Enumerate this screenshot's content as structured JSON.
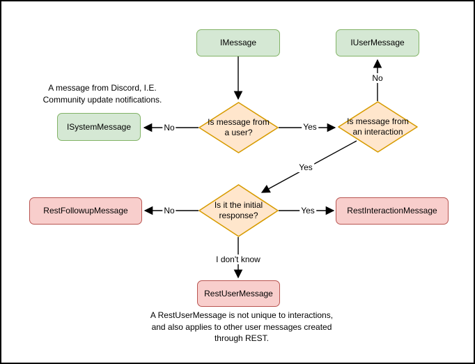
{
  "canvas": {
    "background": "#ffffff",
    "border_color": "#000000"
  },
  "colors": {
    "interface_fill": "#d5e8d4",
    "interface_stroke": "#82b366",
    "decision_fill": "#ffe6cc",
    "decision_stroke": "#d79b00",
    "rest_fill": "#f8cecc",
    "rest_stroke": "#b85450",
    "edge_color": "#000000",
    "text_color": "#000000"
  },
  "nodes": {
    "imessage": {
      "label": "IMessage"
    },
    "iusermessage": {
      "label": "IUserMessage"
    },
    "isystemmessage": {
      "label": "ISystemMessage"
    },
    "q_user": {
      "label": "Is message from\na user?"
    },
    "q_interaction": {
      "label": "Is message from\nan interaction"
    },
    "q_initial": {
      "label": "Is it the initial\nresponse?"
    },
    "restfollowupmessage": {
      "label": "RestFollowupMessage"
    },
    "restinteractionmessage": {
      "label": "RestInteractionMessage"
    },
    "restusermessage": {
      "label": "RestUserMessage"
    }
  },
  "edge_labels": {
    "user_no": "No",
    "user_yes": "Yes",
    "interaction_no": "No",
    "interaction_yes": "Yes",
    "initial_no": "No",
    "initial_yes": "Yes",
    "initial_unknown": "I don't know"
  },
  "annotations": {
    "system_note": "A message from Discord, I.E.\nCommunity update notifications.",
    "restuser_note": "A RestUserMessage is not unique to interactions,\nand also applies to other user messages created\nthrough REST."
  }
}
